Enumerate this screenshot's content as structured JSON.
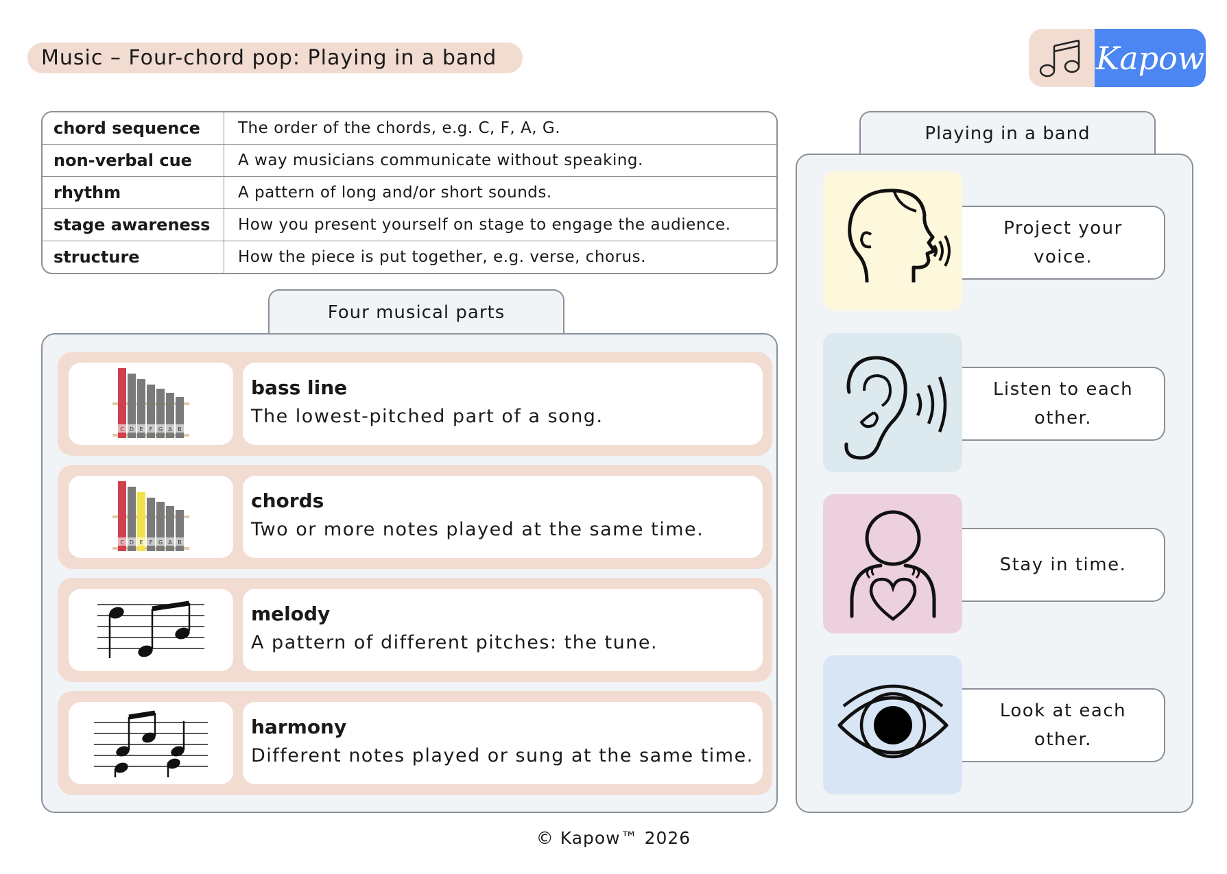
{
  "header": {
    "title": "Music – Four-chord pop: Playing in a band",
    "logo_text": "Kapow"
  },
  "vocabulary": [
    {
      "term": "chord sequence",
      "definition": "The order of the chords, e.g. C, F, A, G."
    },
    {
      "term": "non-verbal cue",
      "definition": "A way musicians communicate without speaking."
    },
    {
      "term": "rhythm",
      "definition": "A pattern of long and/or short sounds."
    },
    {
      "term": "stage awareness",
      "definition": "How you present yourself on stage to engage the audience."
    },
    {
      "term": "structure",
      "definition": "How the piece is put together, e.g. verse, chorus."
    }
  ],
  "parts": {
    "title": "Four musical parts",
    "items": [
      {
        "name": "bass line",
        "description": "The lowest-pitched part of a song.",
        "icon": "glockenspiel-bass-icon"
      },
      {
        "name": "chords",
        "description": "Two or more notes played at the same time.",
        "icon": "glockenspiel-chord-icon"
      },
      {
        "name": "melody",
        "description": "A pattern of different pitches: the tune.",
        "icon": "melody-notation-icon"
      },
      {
        "name": "harmony",
        "description": "Different notes played or sung at the same time.",
        "icon": "harmony-notation-icon"
      }
    ]
  },
  "band": {
    "title": "Playing in a band",
    "tips": [
      {
        "text": "Project your voice.",
        "icon": "speaking-head-icon",
        "color": "#fdf8dc"
      },
      {
        "text": "Listen to each other.",
        "icon": "listening-ear-icon",
        "color": "#dce9ee"
      },
      {
        "text": "Stay in time.",
        "icon": "person-heart-icon",
        "color": "#ecd0dd"
      },
      {
        "text": "Look at each other.",
        "icon": "eye-icon",
        "color": "#d8e5f5"
      }
    ]
  },
  "glockenspiel_labels": [
    "C",
    "D",
    "E",
    "F",
    "G",
    "A",
    "B"
  ],
  "footer": {
    "copyright": "© Kapow™ 2026"
  },
  "colors": {
    "accent_pink": "#f2dcd2",
    "brand_blue": "#4b86f2",
    "panel_bg": "#f1f4f7",
    "border": "#8a9099"
  }
}
